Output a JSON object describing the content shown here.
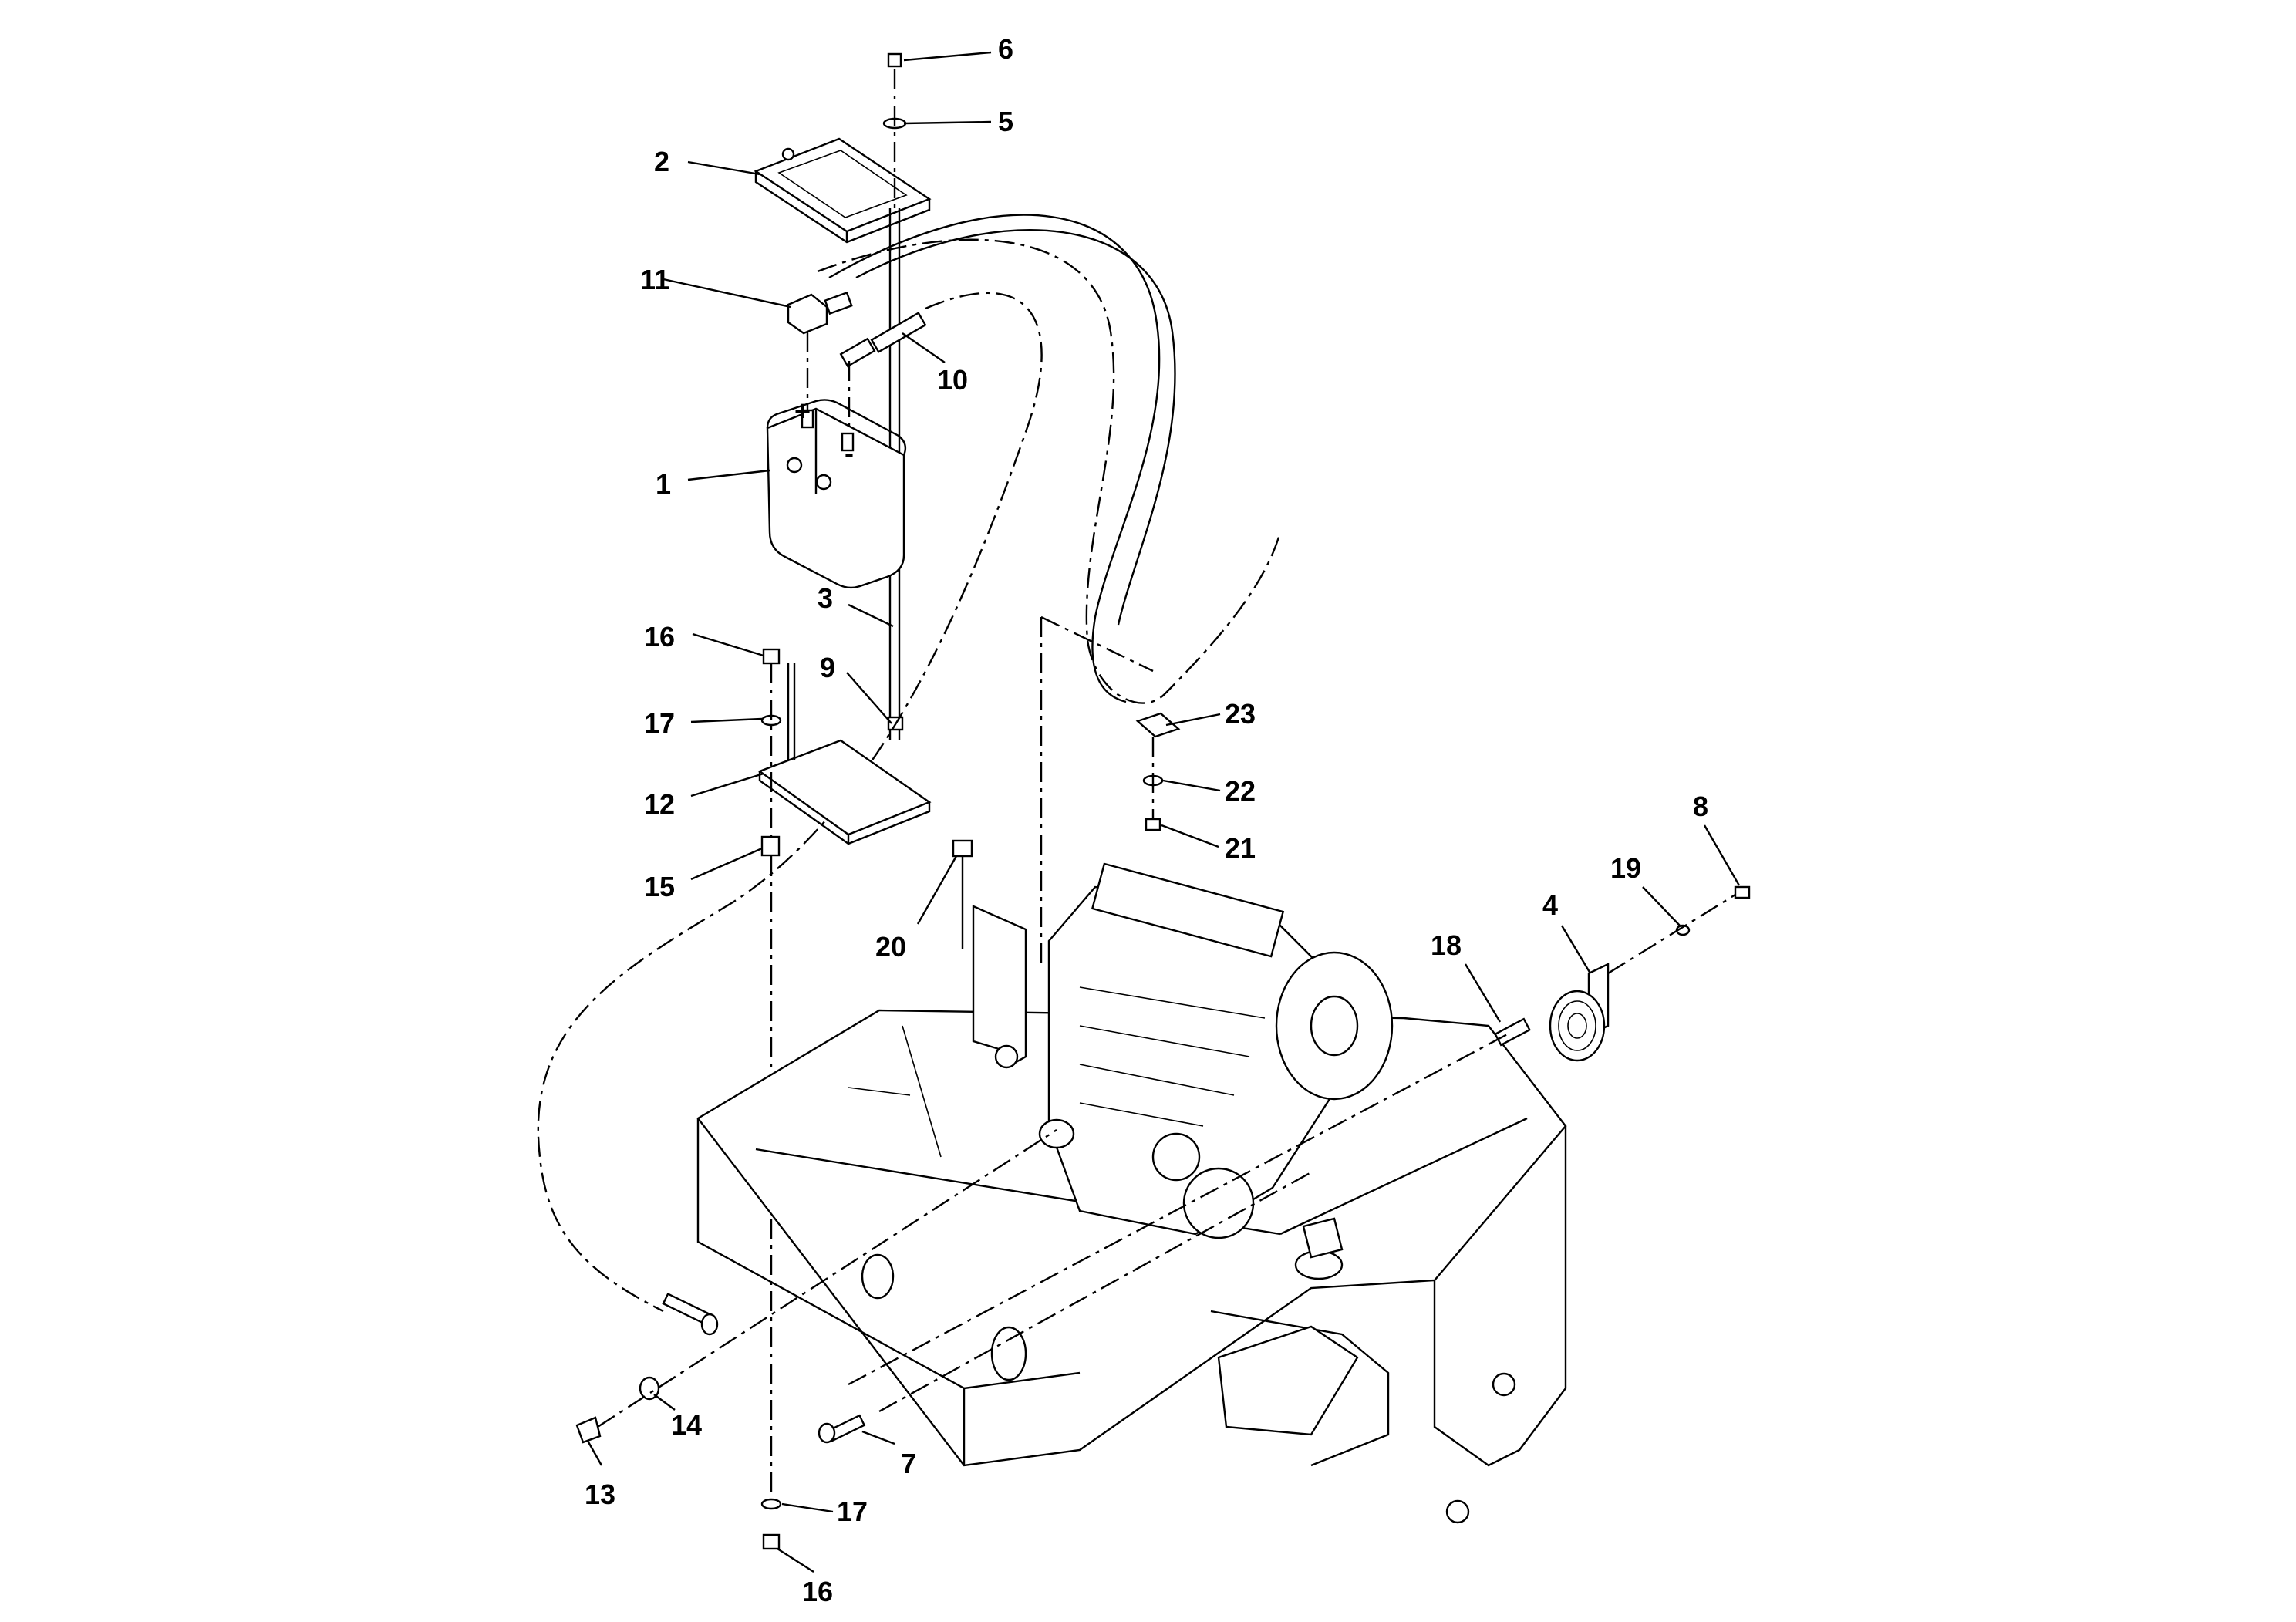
{
  "diagram": {
    "colors": {
      "ink": "#000000",
      "background": "#ffffff"
    },
    "parts": [
      {
        "id": "battery",
        "number": "1"
      },
      {
        "id": "battery-hold-down-frame",
        "number": "2"
      },
      {
        "id": "hold-down-rod",
        "number": "3"
      },
      {
        "id": "horn-bracket",
        "number": "4"
      },
      {
        "id": "rod-washer",
        "number": "5"
      },
      {
        "id": "rod-nut",
        "number": "6"
      },
      {
        "id": "harness-bolt",
        "number": "7"
      },
      {
        "id": "horn-bolt",
        "number": "8"
      },
      {
        "id": "tray-nut",
        "number": "9"
      },
      {
        "id": "negative-cable",
        "number": "10"
      },
      {
        "id": "positive-cable",
        "number": "11"
      },
      {
        "id": "battery-tray",
        "number": "12"
      },
      {
        "id": "cable-bolt",
        "number": "13"
      },
      {
        "id": "cable-washer",
        "number": "14"
      },
      {
        "id": "tray-mount",
        "number": "15"
      },
      {
        "id": "tray-nut-upper",
        "number": "16"
      },
      {
        "id": "tray-washer-upper",
        "number": "17"
      },
      {
        "id": "harness-spacer",
        "number": "18"
      },
      {
        "id": "horn-washer",
        "number": "19"
      },
      {
        "id": "bracket-bolt",
        "number": "20"
      },
      {
        "id": "clamp-nut",
        "number": "21"
      },
      {
        "id": "clamp-washer",
        "number": "22"
      },
      {
        "id": "cable-clamp",
        "number": "23"
      },
      {
        "id": "tray-nut-lower",
        "number": "16"
      },
      {
        "id": "tray-washer-lower",
        "number": "17"
      }
    ]
  }
}
